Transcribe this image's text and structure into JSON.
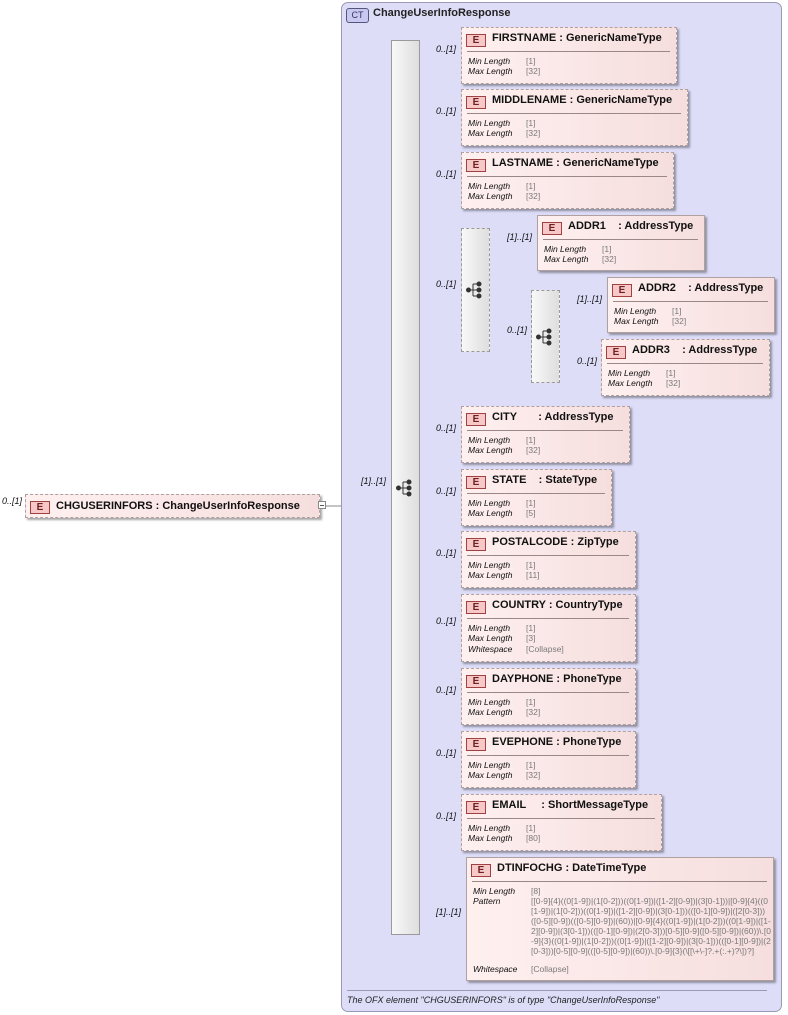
{
  "complex_type": {
    "badge": "CT",
    "name": "ChangeUserInfoResponse",
    "footer": "The OFX element \"CHGUSERINFORS\" is of type \"ChangeUserInfoResponse\""
  },
  "root": {
    "badge": "E",
    "label": "CHGUSERINFORS : ChangeUserInfoResponse",
    "multiplicity": "0..[1]",
    "sequence_multiplicity": "[1]..[1]"
  },
  "elements": [
    {
      "label": "FIRSTNAME : GenericNameType",
      "multiplicity": "0..[1]",
      "facets": [
        {
          "name": "Min Length",
          "value": "[1]"
        },
        {
          "name": "Max Length",
          "value": "[32]"
        }
      ]
    },
    {
      "label": "MIDDLENAME : GenericNameType",
      "multiplicity": "0..[1]",
      "facets": [
        {
          "name": "Min Length",
          "value": "[1]"
        },
        {
          "name": "Max Length",
          "value": "[32]"
        }
      ]
    },
    {
      "label": "LASTNAME : GenericNameType",
      "multiplicity": "0..[1]",
      "facets": [
        {
          "name": "Min Length",
          "value": "[1]"
        },
        {
          "name": "Max Length",
          "value": "[32]"
        }
      ]
    },
    {
      "label": "ADDR1    : AddressType",
      "multiplicity": "[1]..[1]",
      "facets": [
        {
          "name": "Min Length",
          "value": "[1]"
        },
        {
          "name": "Max Length",
          "value": "[32]"
        }
      ]
    },
    {
      "label": "ADDR2    : AddressType",
      "multiplicity": "[1]..[1]",
      "facets": [
        {
          "name": "Min Length",
          "value": "[1]"
        },
        {
          "name": "Max Length",
          "value": "[32]"
        }
      ]
    },
    {
      "label": "ADDR3    : AddressType",
      "multiplicity": "0..[1]",
      "facets": [
        {
          "name": "Min Length",
          "value": "[1]"
        },
        {
          "name": "Max Length",
          "value": "[32]"
        }
      ]
    },
    {
      "label": "CITY       : AddressType",
      "multiplicity": "0..[1]",
      "facets": [
        {
          "name": "Min Length",
          "value": "[1]"
        },
        {
          "name": "Max Length",
          "value": "[32]"
        }
      ]
    },
    {
      "label": "STATE    : StateType",
      "multiplicity": "0..[1]",
      "facets": [
        {
          "name": "Min Length",
          "value": "[1]"
        },
        {
          "name": "Max Length",
          "value": "[5]"
        }
      ]
    },
    {
      "label": "POSTALCODE : ZipType",
      "multiplicity": "0..[1]",
      "facets": [
        {
          "name": "Min Length",
          "value": "[1]"
        },
        {
          "name": "Max Length",
          "value": "[11]"
        }
      ]
    },
    {
      "label": "COUNTRY : CountryType",
      "multiplicity": "0..[1]",
      "facets": [
        {
          "name": "Min Length",
          "value": "[1]"
        },
        {
          "name": "Max Length",
          "value": "[3]"
        },
        {
          "name": "Whitespace",
          "value": "[Collapse]"
        }
      ]
    },
    {
      "label": "DAYPHONE : PhoneType",
      "multiplicity": "0..[1]",
      "facets": [
        {
          "name": "Min Length",
          "value": "[1]"
        },
        {
          "name": "Max Length",
          "value": "[32]"
        }
      ]
    },
    {
      "label": "EVEPHONE : PhoneType",
      "multiplicity": "0..[1]",
      "facets": [
        {
          "name": "Min Length",
          "value": "[1]"
        },
        {
          "name": "Max Length",
          "value": "[32]"
        }
      ]
    },
    {
      "label": "EMAIL     : ShortMessageType",
      "multiplicity": "0..[1]",
      "facets": [
        {
          "name": "Min Length",
          "value": "[1]"
        },
        {
          "name": "Max Length",
          "value": "[80]"
        }
      ]
    },
    {
      "label": "DTINFOCHG : DateTimeType",
      "multiplicity": "[1]..[1]",
      "facets": [
        {
          "name": "Min Length",
          "value": "[8]"
        },
        {
          "name": "Pattern",
          "value": "[[0-9]{4}((0[1-9])|(1[0-2]))((0[1-9])|([1-2][0-9])|(3[0-1]))|[0-9]{4}((0[1-9])|(1[0-2]))((0[1-9])|([1-2][0-9])|(3[0-1]))(([0-1][0-9])|([2[0-3]))([0-5][0-9])(([0-5][0-9])|(60))|[0-9]{4}((0[1-9])|(1[0-2]))((0[1-9])|([1-2][0-9])|(3[0-1]))(([0-1][0-9])|(2[0-3]))[0-5][0-9]([0-5][0-9])|(60))\\.[0-9]{3}((0[1-9])|(1[0-2]))((0[1-9])|([1-2][0-9])|(3[0-1]))(([0-1][0-9])|(2[0-3]))[0-5][0-9](([0-5][0-9])|(60))\\.[0-9]{3}(\\[[\\+\\-]?.+(:.+)?\\])?]"
        },
        {
          "name": "Whitespace",
          "value": "[Collapse]"
        }
      ]
    }
  ],
  "choice_groups": [
    {
      "multiplicity": "0..[1]"
    },
    {
      "multiplicity": "0..[1]"
    }
  ]
}
